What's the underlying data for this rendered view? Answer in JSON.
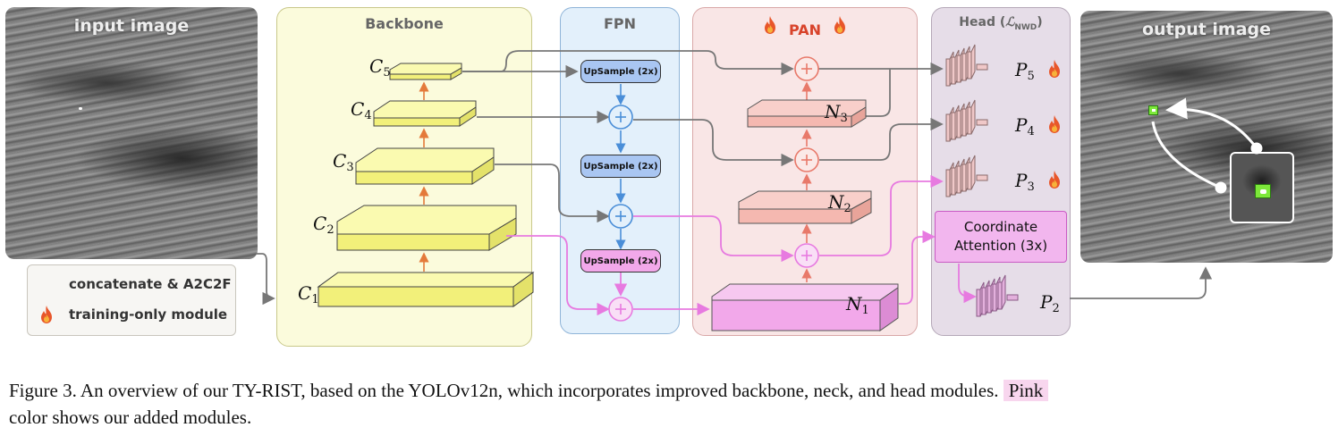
{
  "input_image": {
    "title": "input image"
  },
  "output_image": {
    "title": "output image"
  },
  "panels": {
    "backbone": "Backbone",
    "fpn": "FPN",
    "pan": "PAN",
    "head": "Head (",
    "head_loss": "ℒ",
    "head_loss_sub": "NWD",
    "head_close": ")"
  },
  "nodes": {
    "c5": "C",
    "c5_sub": "5",
    "c4": "C",
    "c4_sub": "4",
    "c3": "C",
    "c3_sub": "3",
    "c2": "C",
    "c2_sub": "2",
    "c1": "C",
    "c1_sub": "1",
    "n3": "N",
    "n3_sub": "3",
    "n2": "N",
    "n2_sub": "2",
    "n1": "N",
    "n1_sub": "1",
    "p5": "P",
    "p5_sub": "5",
    "p4": "P",
    "p4_sub": "4",
    "p3": "P",
    "p3_sub": "3",
    "p2": "P",
    "p2_sub": "2"
  },
  "fpn": {
    "up1": "UpSample (2x)",
    "up2": "UpSample (2x)",
    "up3": "UpSample (2x)"
  },
  "coordinate_attention": {
    "line1": "Coordinate",
    "line2": "Attention (3x)"
  },
  "legend": {
    "concat": "concatenate & A2C2F",
    "training": "training-only module"
  },
  "caption": {
    "main": "Figure 3. An overview of our TY-RIST, based on the YOLOv12n, which incorporates improved backbone, neck, and head modules.",
    "highlight": "Pink",
    "line2": "color shows our added modules."
  },
  "colors": {
    "backbone_bg": "#fbfbdc",
    "backbone_border": "#c9c88a",
    "fpn_bg": "#e3f0fb",
    "fpn_border": "#8fb4d8",
    "pan_bg": "#f9e6e6",
    "pan_border": "#d9a8a8",
    "head_bg": "#e6dde8",
    "head_border": "#b5a8b8",
    "yellow_block": "#f6f48a",
    "pink_block": "#f2a8ea",
    "salmon_block": "#f5b8b0",
    "blue_box": "#a9c6f2",
    "gray_arrow": "#777777",
    "orange_arrow": "#e47a3a",
    "blue_arrow": "#4a8ed8",
    "pink_arrow": "#e77ae0",
    "pan_title": "#d8432b",
    "fire": "#e8562a"
  },
  "icons": [
    "fire-icon",
    "plus-circle-icon"
  ]
}
